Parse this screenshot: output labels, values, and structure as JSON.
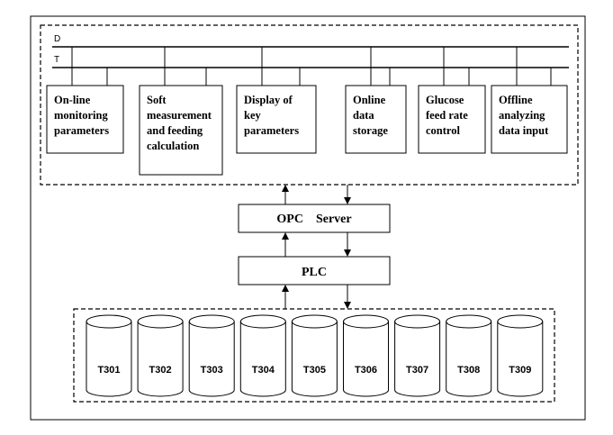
{
  "bus_labels": {
    "d": "D",
    "t": "T"
  },
  "modules": [
    {
      "id": "online-monitoring",
      "lines": [
        "On-line",
        "monitoring",
        "parameters"
      ]
    },
    {
      "id": "soft-measurement",
      "lines": [
        "Soft",
        "measurement",
        "and feeding",
        "calculation"
      ]
    },
    {
      "id": "display-key-parameters",
      "lines": [
        "Display of",
        "key",
        "parameters"
      ]
    },
    {
      "id": "online-data-storage",
      "lines": [
        "Online",
        "data",
        "storage"
      ]
    },
    {
      "id": "glucose-feed-rate-control",
      "lines": [
        "Glucose",
        "feed rate",
        "control"
      ]
    },
    {
      "id": "offline-analyzing-data-input",
      "lines": [
        "Offline",
        "analyzing",
        "data input"
      ]
    }
  ],
  "opc_server": {
    "label": "OPC    Server"
  },
  "plc": {
    "label": "PLC"
  },
  "tanks": [
    "T301",
    "T302",
    "T303",
    "T304",
    "T305",
    "T306",
    "T307",
    "T308",
    "T309"
  ],
  "colors": {
    "stroke": "#000000",
    "background": "#ffffff"
  }
}
